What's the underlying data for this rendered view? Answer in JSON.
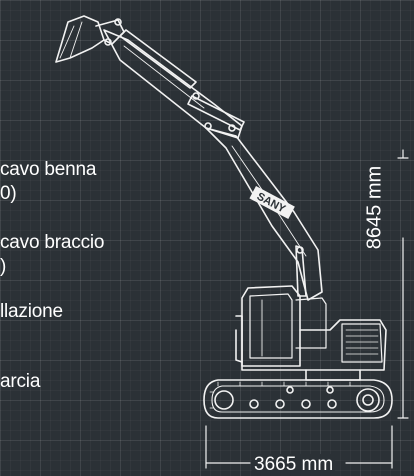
{
  "labels": {
    "line1": "cavo benna",
    "line2": "0)",
    "line3": "cavo braccio",
    "line4": ")",
    "line5": "llazione",
    "line6": "arcia"
  },
  "dimensions": {
    "height": "8645 mm",
    "width": "3665 mm"
  },
  "brand": "SANY",
  "colors": {
    "background": "#2b3136",
    "line": "#f2f2f2"
  }
}
